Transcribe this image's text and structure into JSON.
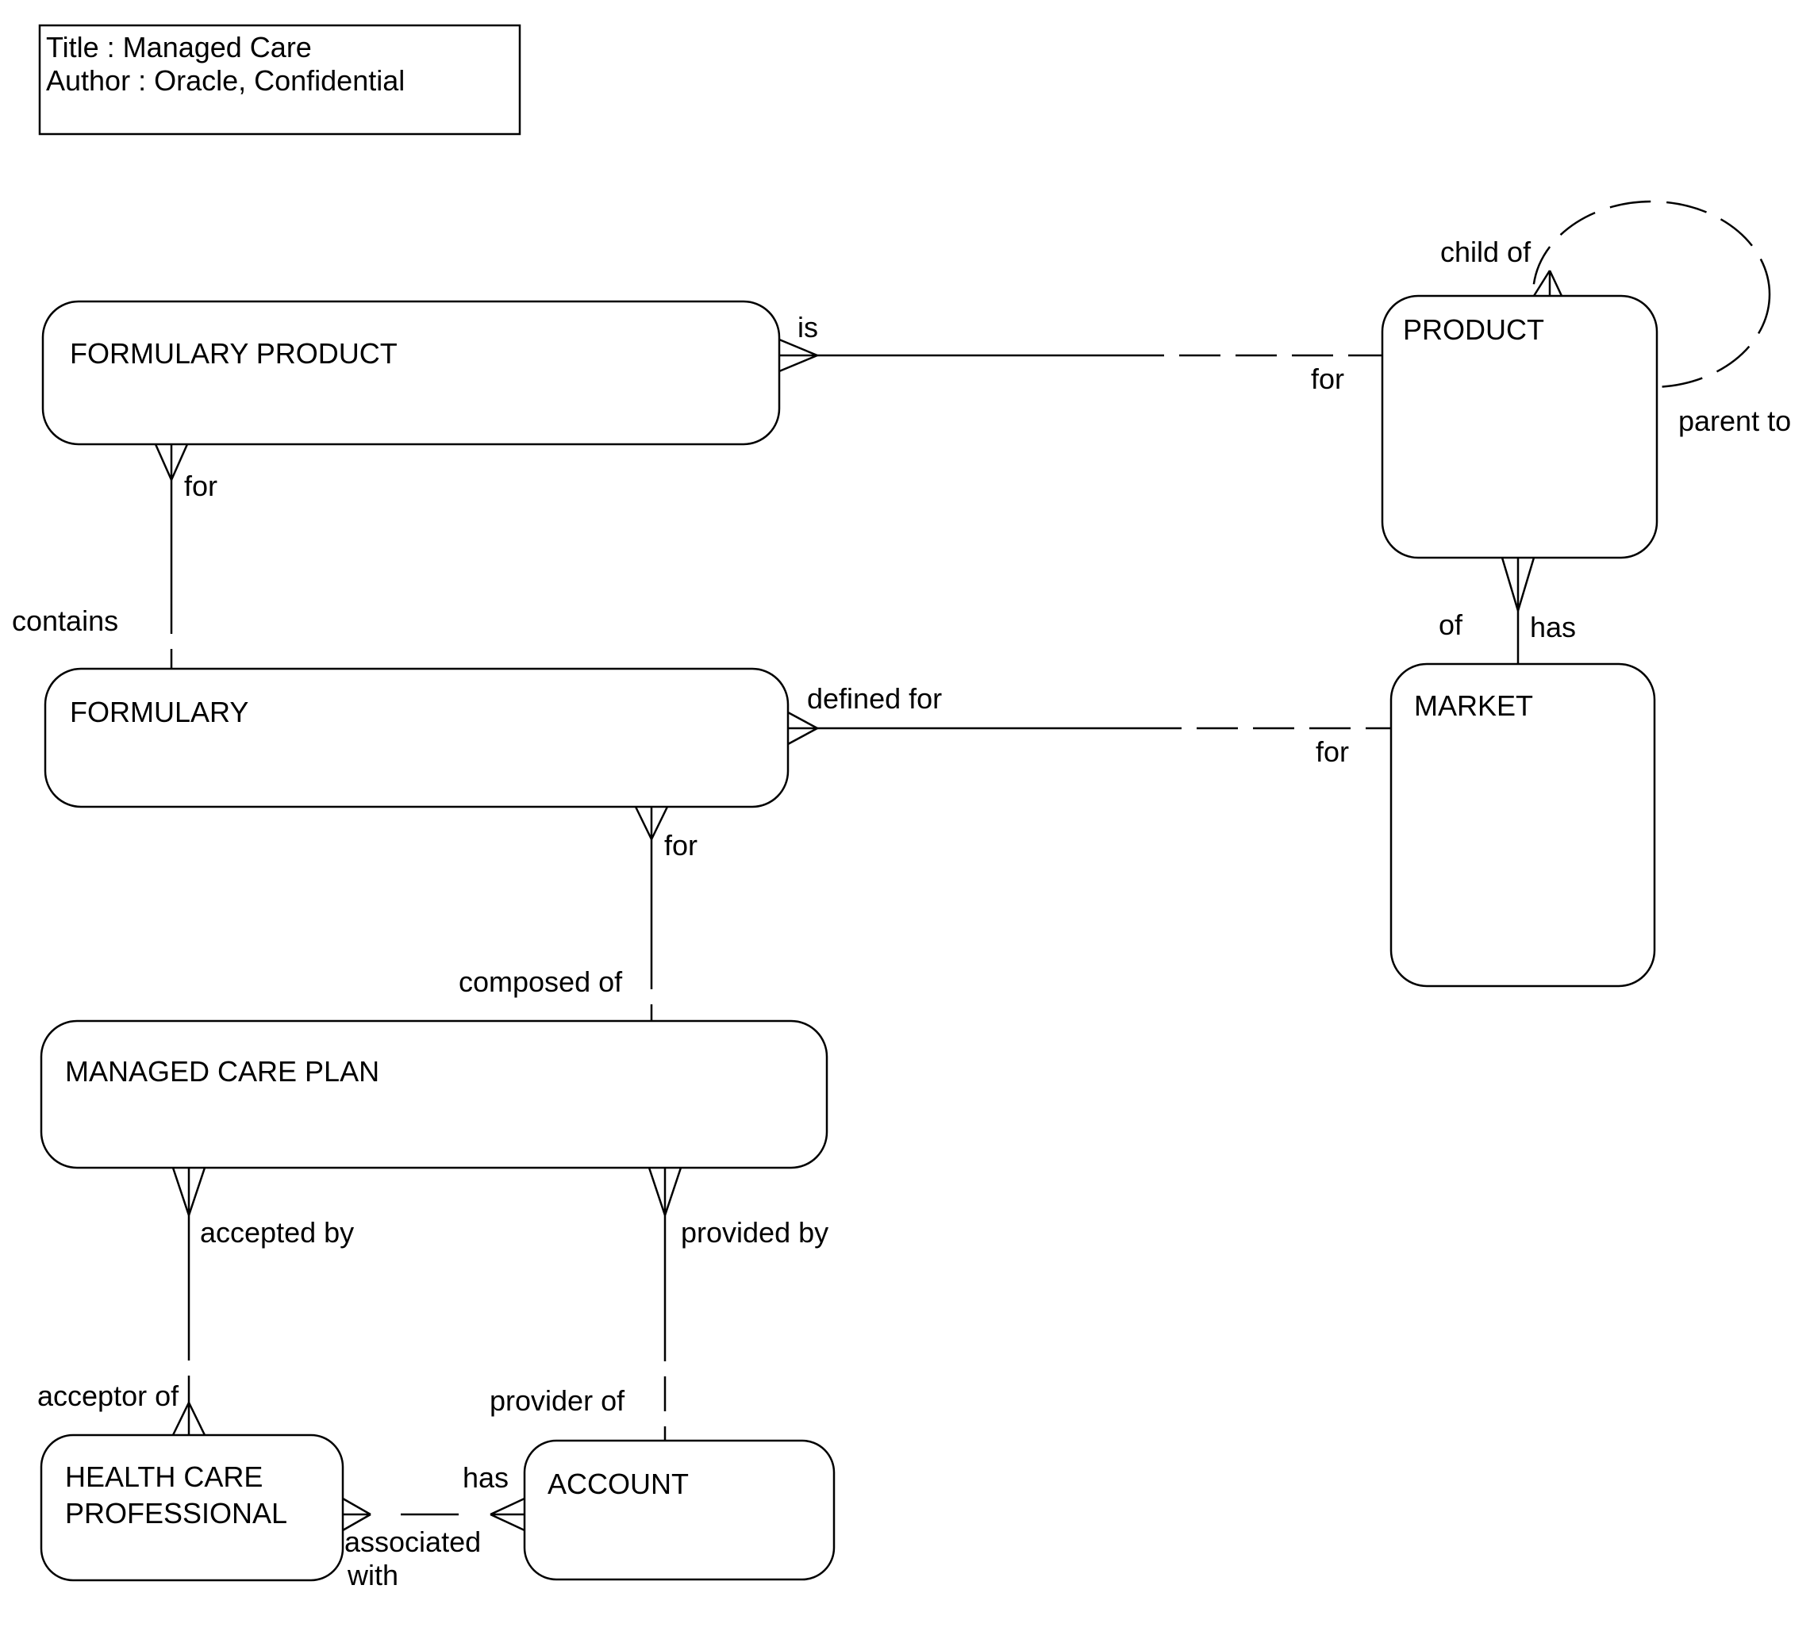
{
  "title_block": {
    "title": "Title : Managed Care",
    "author": "Author : Oracle, Confidential"
  },
  "entities": {
    "formulary_product": "FORMULARY PRODUCT",
    "product": "PRODUCT",
    "formulary": "FORMULARY",
    "market": "MARKET",
    "managed_care_plan": "MANAGED CARE PLAN",
    "health_care_professional_line1": "HEALTH CARE",
    "health_care_professional_line2": "PROFESSIONAL",
    "account": "ACCOUNT"
  },
  "labels": {
    "is": "is",
    "is_for": "for",
    "child_of": "child of",
    "parent_to": "parent to",
    "fp_for": "for",
    "contains": "contains",
    "of": "of",
    "has": "has",
    "defined_for": "defined for",
    "defined_for_for": "for",
    "formulary_for": "for",
    "composed_of": "composed of",
    "accepted_by": "accepted by",
    "acceptor_of": "acceptor of",
    "provided_by": "provided by",
    "provider_of": "provider of",
    "assoc_has": "has",
    "associated": "associated",
    "with": "with"
  },
  "colors": {
    "line": "#000000",
    "background": "#ffffff",
    "text": "#000000"
  }
}
